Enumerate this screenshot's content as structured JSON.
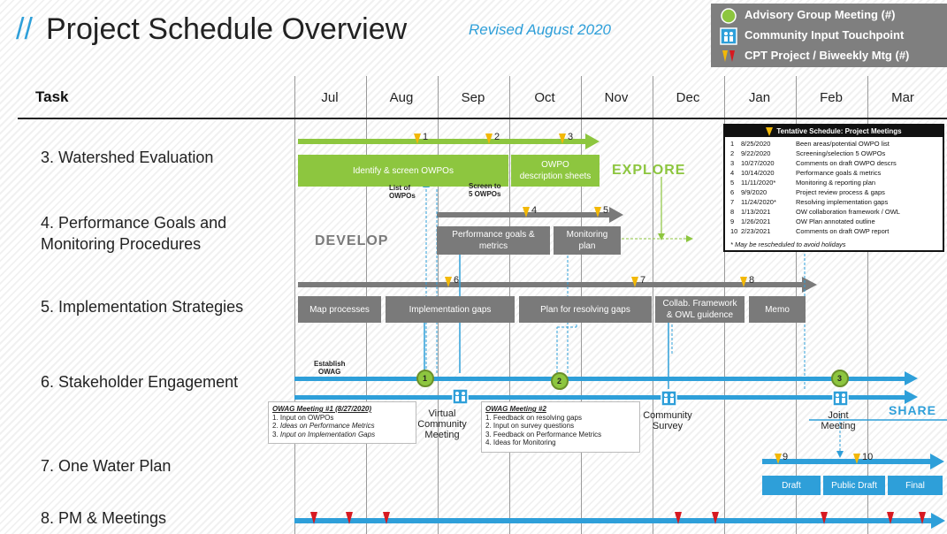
{
  "header": {
    "slash": "//",
    "title": "Project Schedule Overview",
    "subtitle": "Revised August 2020"
  },
  "legend": {
    "items": [
      {
        "icon": "green-circle-icon",
        "label": "Advisory Group Meeting (#)"
      },
      {
        "icon": "community-people-icon",
        "label": "Community Input Touchpoint"
      },
      {
        "icon": "yellow-red-marker-icon",
        "label": "CPT Project / Biweekly Mtg (#)"
      }
    ]
  },
  "grid": {
    "task_header": "Task",
    "months": [
      "Jul",
      "Aug",
      "Sep",
      "Oct",
      "Nov",
      "Dec",
      "Jan",
      "Feb",
      "Mar"
    ]
  },
  "tasks": [
    "3. Watershed Evaluation",
    "4. Performance Goals and",
    "Monitoring Procedures",
    "5. Implementation Strategies",
    "6. Stakeholder Engagement",
    "7. One Water Plan",
    "8. PM & Meetings"
  ],
  "phases": {
    "explore": "EXPLORE",
    "develop": "DEVELOP",
    "share": "SHARE"
  },
  "bars": {
    "identify": "Identify & screen OWPOs",
    "owpo_l1": "OWPO",
    "owpo_l2": "description sheets",
    "perf_l1": "Performance goals &",
    "perf_l2": "metrics",
    "monitor_l1": "Monitoring",
    "monitor_l2": "plan",
    "map": "Map processes",
    "impl": "Implementation gaps",
    "plan_gaps": "Plan for resolving gaps",
    "collab_l1": "Collab. Framework",
    "collab_l2": "& OWL guidence",
    "memo": "Memo",
    "draft": "Draft",
    "public_draft": "Public Draft",
    "final": "Final"
  },
  "markers": {
    "m1": "1",
    "m2": "2",
    "m3": "3",
    "m4": "4",
    "m5": "5",
    "m6": "6",
    "m7": "7",
    "m8": "8",
    "m9": "9",
    "m10": "10"
  },
  "circles": {
    "c1": "1",
    "c2": "2",
    "c3": "3"
  },
  "annotations": {
    "list_l1": "List of",
    "list_l2": "OWPOs",
    "screen_l1": "Screen to",
    "screen_l2": "5 OWPOs",
    "establish_l1": "Establish",
    "establish_l2": "OWAG"
  },
  "touchpoints": {
    "virtual_l1": "Virtual",
    "virtual_l2": "Community",
    "virtual_l3": "Meeting",
    "survey_l1": "Community",
    "survey_l2": "Survey",
    "joint_l1": "Joint",
    "joint_l2": "Meeting"
  },
  "notes": {
    "owag1": {
      "title": "OWAG Meeting #1 (8/27/2020)",
      "items": [
        "Input on OWPOs",
        "Ideas on Performance Metrics",
        "Input on Implementation Gaps"
      ]
    },
    "owag2": {
      "title": "OWAG Meeting #2",
      "items": [
        "Feedback on resolving gaps",
        "Input on survey questions",
        "Feedback on Performance Metrics",
        "Ideas for Monitoring"
      ]
    }
  },
  "meetings_table": {
    "title": "Tentative Schedule: Project Meetings",
    "rows": [
      {
        "n": "1",
        "date": "8/25/2020",
        "text": "Been areas/potential OWPO list"
      },
      {
        "n": "2",
        "date": "9/22/2020",
        "text": "Screening/selection 5 OWPOs"
      },
      {
        "n": "3",
        "date": "10/27/2020",
        "text": "Comments on draft OWPO descrs"
      },
      {
        "n": "4",
        "date": "10/14/2020",
        "text": "Performance goals & metrics"
      },
      {
        "n": "5",
        "date": "11/11/2020*",
        "text": "Monitoring & reporting plan"
      },
      {
        "n": "6",
        "date": "9/9/2020",
        "text": "Project review process & gaps"
      },
      {
        "n": "7",
        "date": "11/24/2020*",
        "text": "Resolving implementation gaps"
      },
      {
        "n": "8",
        "date": "1/13/2021",
        "text": "OW collaboration framework / OWL"
      },
      {
        "n": "9",
        "date": "1/26/2021",
        "text": "OW Plan annotated outline"
      },
      {
        "n": "10",
        "date": "2/23/2021",
        "text": "Comments on draft OWP report"
      }
    ],
    "footnote": "* May be rescheduled to avoid holidays"
  },
  "colors": {
    "green": "#8dc63f",
    "gray": "#7a7a7a",
    "blue": "#2e9fd9",
    "yellow": "#f2b807",
    "red": "#d71920"
  }
}
